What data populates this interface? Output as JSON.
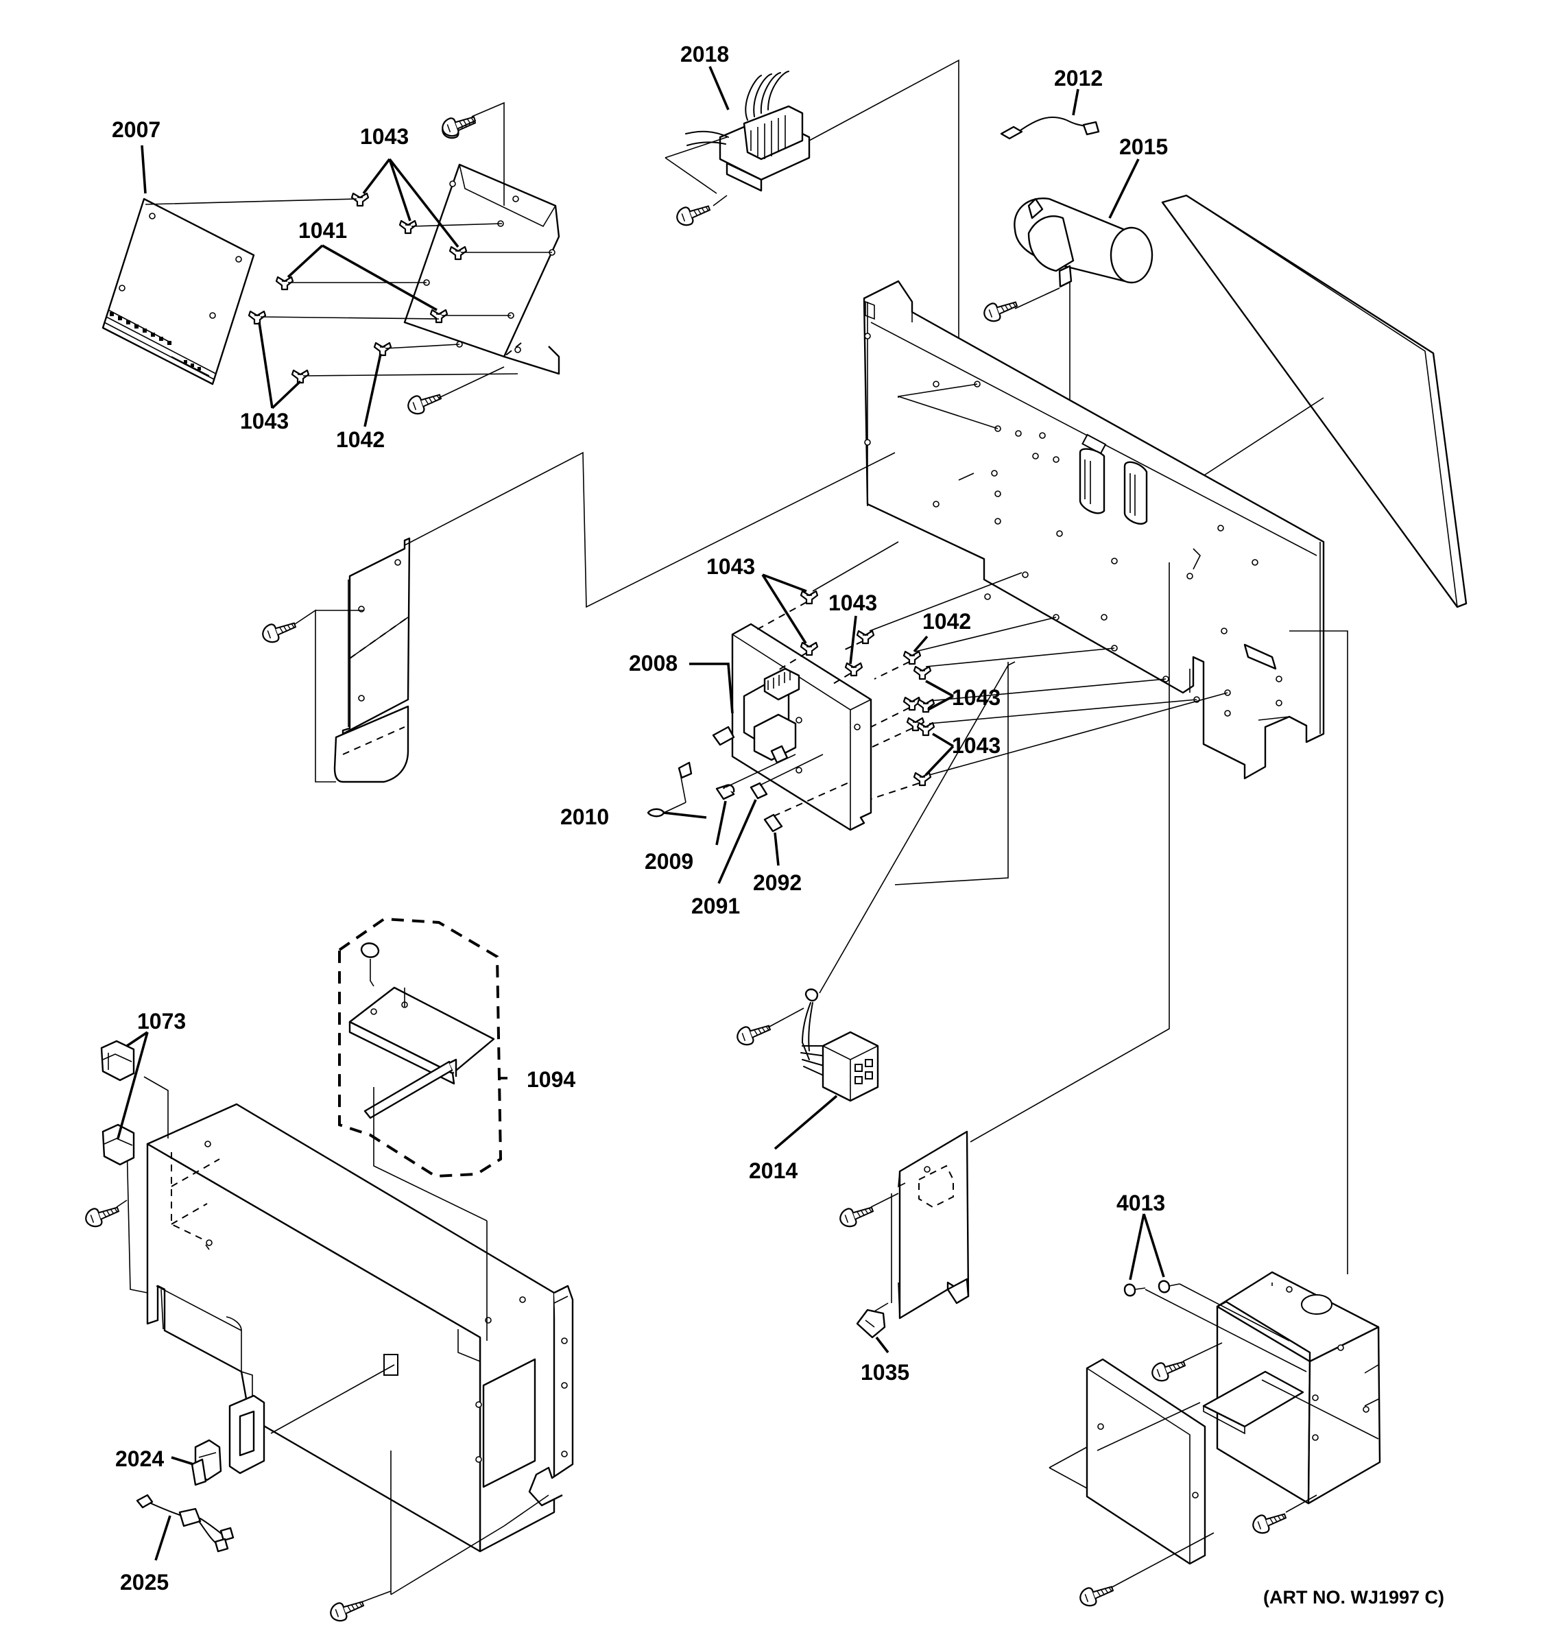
{
  "diagram": {
    "art_number": "(ART NO. WJ1997 C)",
    "callouts": {
      "c2007": "2007",
      "c1043_top": "1043",
      "c1041": "1041",
      "c1043_left": "1043",
      "c1042_top": "1042",
      "c2018": "2018",
      "c2012": "2012",
      "c2015": "2015",
      "c1043_a": "1043",
      "c1043_b": "1043",
      "c1042_mid": "1042",
      "c1043_c": "1043",
      "c1043_d": "1043",
      "c2008": "2008",
      "c2010": "2010",
      "c2009": "2009",
      "c2091": "2091",
      "c2092": "2092",
      "c1073": "1073",
      "c1094": "1094",
      "c2014": "2014",
      "c1035": "1035",
      "c4013": "4013",
      "c2024": "2024",
      "c2025": "2025"
    }
  }
}
